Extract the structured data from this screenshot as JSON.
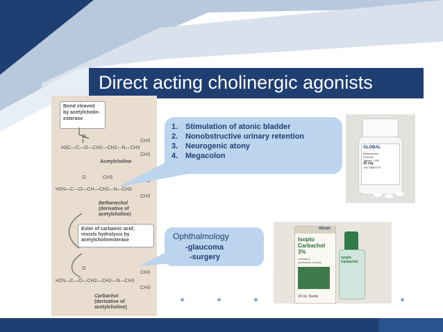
{
  "slide": {
    "title": "Direct acting cholinergic agonists"
  },
  "indications": {
    "items": [
      {
        "num": "1.",
        "text": "Stimulation of atonic bladder"
      },
      {
        "num": "2.",
        "text": "Nonobstructive urinary retention"
      },
      {
        "num": "3.",
        "text": "Neurogenic atony"
      },
      {
        "num": "4.",
        "text": "Megacolon"
      }
    ]
  },
  "ophthalmology": {
    "heading": "Ophthalmology",
    "line1": "-glaucoma",
    "line2": "-surgery"
  },
  "chem": {
    "bond_callout": [
      "Bond cleaved",
      "by acetylcholin-",
      "esterase"
    ],
    "acetylcholine_label": "Acetylcholine",
    "acetylcholine_formula": "H3C—C—O—CH2—CH2—N—CH3",
    "bethanechol_formula": "H2N—C—O—CH—CH2—N—CH3",
    "bethanechol_label": [
      "Bethanechol",
      "(derivative of",
      "acetylcholine)"
    ],
    "ester_callout": [
      "Ester of carbamic acid;",
      "resists hydrolysis by",
      "acetylcholinesterase"
    ],
    "carbachol_formula": "H2N—C—O—CH2—CH2—N—CH3",
    "carbachol_label": [
      "Carbachol",
      "(derivative of",
      "acetylcholine)"
    ],
    "o_atom": "O",
    "ch3": "CH3"
  },
  "bottle": {
    "brand": "GLOBAL",
    "lines": [
      "Bethanechol",
      "Chloride",
      "Tablets, USP",
      "10 mg",
      "100 TABLETS"
    ]
  },
  "carbachol_box": {
    "brand": "Alcon",
    "name": [
      "Isopto",
      "Carbachol",
      "3%"
    ],
    "sub": [
      "carbachol",
      "ophthalmic solution"
    ],
    "volume": "15 mL  Sterile"
  },
  "colors": {
    "navy": "#1f3f73",
    "bubble": "#bcd4ee",
    "chem_panel": "#e9ddd0"
  }
}
